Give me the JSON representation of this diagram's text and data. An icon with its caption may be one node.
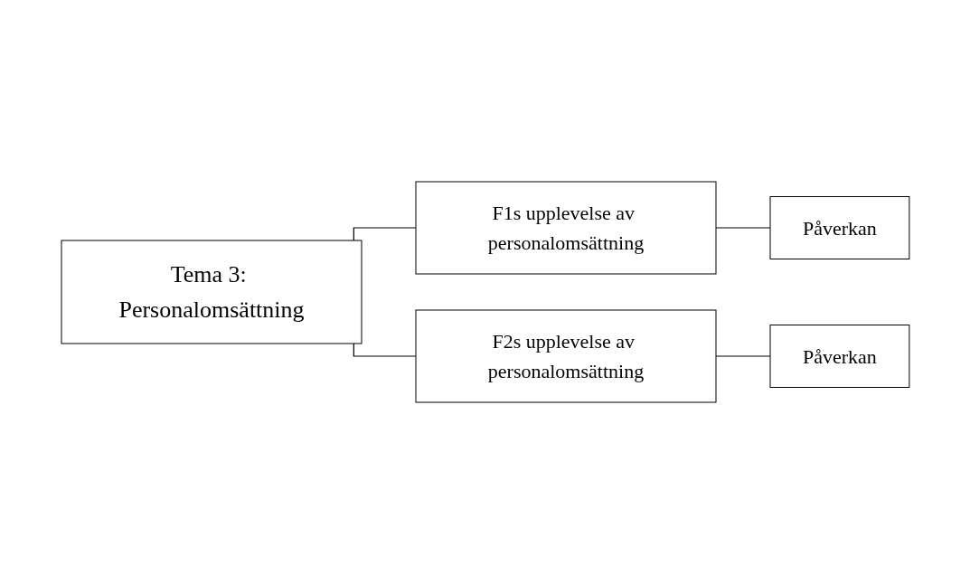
{
  "diagram": {
    "nodes": [
      {
        "text": [
          "Tema 3: Personalomsättning"
        ]
      },
      {
        "text": [
          "F1s upplevelse av personalomsättning"
        ]
      },
      {
        "text": [
          "Påverkan"
        ]
      },
      {
        "text": [
          "F2s upplevelse av personalomsättning"
        ]
      },
      {
        "text": [
          "Påverkan"
        ]
      }
    ],
    "edges": [
      {
        "from": 0,
        "to": 1,
        "arrow": "none"
      },
      {
        "from": 0,
        "to": 3,
        "arrow": "none"
      },
      {
        "from": 1,
        "to": 2,
        "arrow": "none"
      },
      {
        "from": 3,
        "to": 4,
        "arrow": "none"
      }
    ]
  }
}
